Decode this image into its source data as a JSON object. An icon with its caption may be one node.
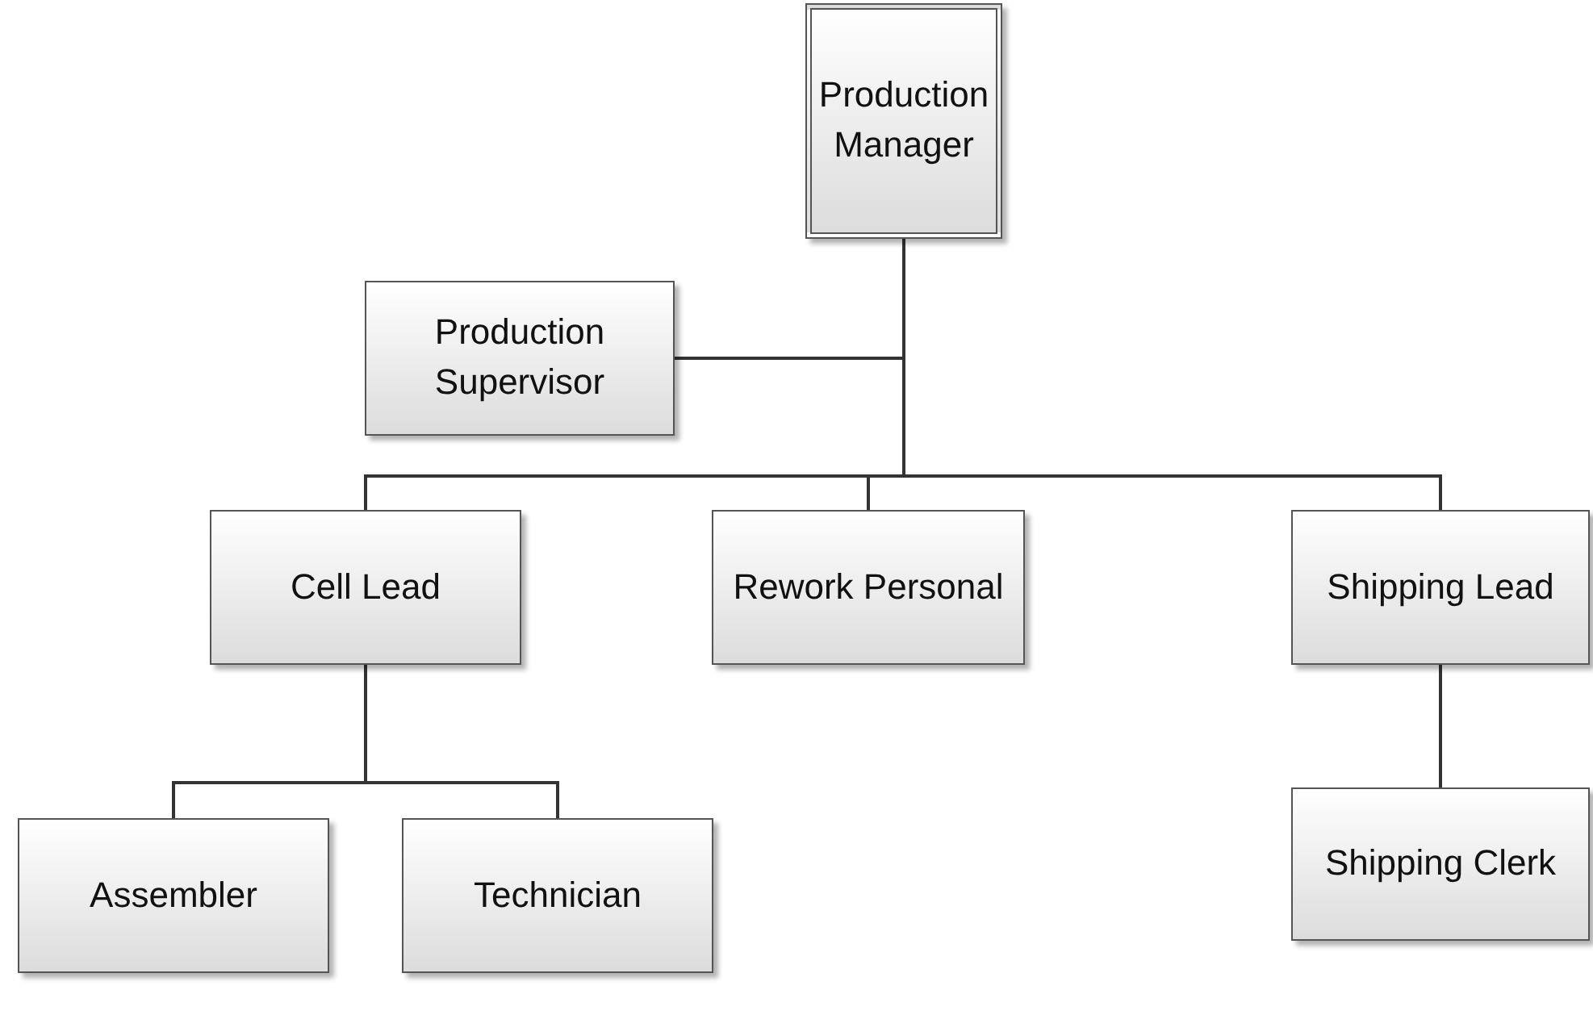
{
  "diagram": {
    "nodes": [
      {
        "text": [
          "Production Manager"
        ]
      },
      {
        "text": [
          "Production Supervisor"
        ]
      },
      {
        "text": [
          "Cell Lead"
        ]
      },
      {
        "text": [
          "Rework Personal"
        ]
      },
      {
        "text": [
          "Shipping Lead"
        ]
      },
      {
        "text": [
          "Shipping Clerk"
        ]
      },
      {
        "text": [
          "Assembler"
        ]
      },
      {
        "text": [
          "Technician"
        ]
      }
    ],
    "edges": [
      {
        "from": 0,
        "to": 1,
        "arrow": "none"
      },
      {
        "from": 0,
        "to": 2,
        "arrow": "none"
      },
      {
        "from": 0,
        "to": 3,
        "arrow": "none"
      },
      {
        "from": 0,
        "to": 4,
        "arrow": "none"
      },
      {
        "from": 4,
        "to": 5,
        "arrow": "none"
      },
      {
        "from": 2,
        "to": 6,
        "arrow": "none"
      },
      {
        "from": 2,
        "to": 7,
        "arrow": "none"
      }
    ]
  }
}
